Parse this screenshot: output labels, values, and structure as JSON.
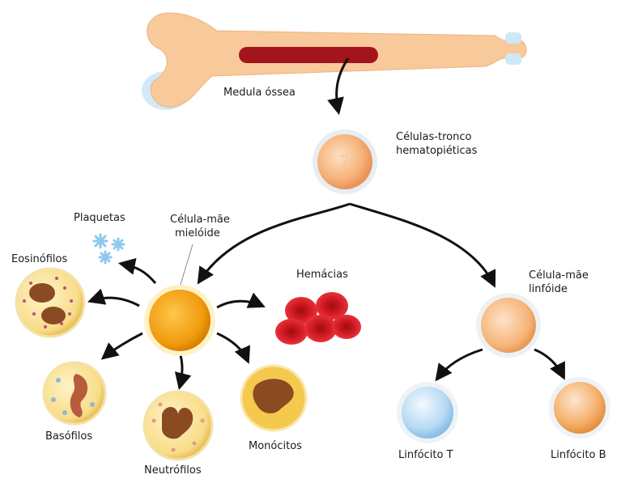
{
  "labels": {
    "bone_marrow": "Medula óssea",
    "stem_cells_1": "Células-tronco",
    "stem_cells_2": "hematopiéticas",
    "myeloid_1": "Célula-mãe",
    "myeloid_2": "mielóide",
    "lymphoid_1": "Célula-mãe",
    "lymphoid_2": "linfóide",
    "platelets": "Plaquetas",
    "eosinophils": "Eosinófilos",
    "red_cells": "Hemácias",
    "basophils": "Basófilos",
    "neutrophils": "Neutrófilos",
    "monocytes": "Monócitos",
    "lymph_t": "Linfócito T",
    "lymph_b": "Linfócito B"
  },
  "colors": {
    "bone": "#f8c99a",
    "marrow": "#a3141c",
    "stem": "#f3a35e",
    "myeloid": "#f2a319",
    "lymphoid": "#f7b878",
    "red_cell": "#d81e28",
    "lymph_t": "#a9d2f0",
    "lymph_b": "#f4a860",
    "platelet": "#8ec8ee",
    "arrow": "#111111"
  }
}
